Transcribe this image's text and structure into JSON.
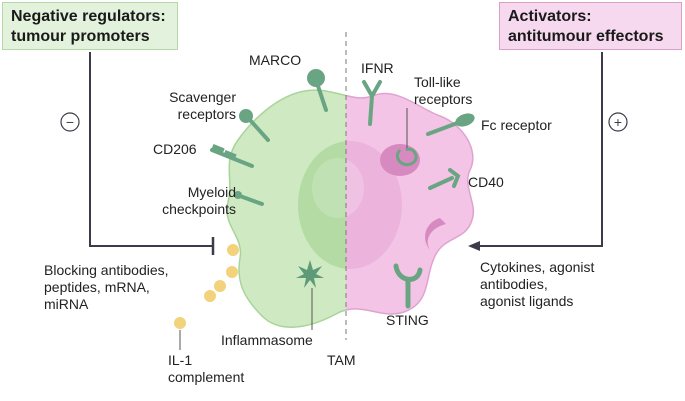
{
  "negative_box": {
    "line1": "Negative regulators:",
    "line2": "tumour promoters"
  },
  "positive_box": {
    "line1": "Activators:",
    "line2": "antitumour effectors"
  },
  "minus_sign": "−",
  "plus_sign": "+",
  "labels": {
    "marco": "MARCO",
    "scavenger_line1": "Scavenger",
    "scavenger_line2": "receptors",
    "cd206": "CD206",
    "myeloid_line1": "Myeloid",
    "myeloid_line2": "checkpoints",
    "ifnr": "IFNR",
    "tlr_line1": "Toll-like",
    "tlr_line2": "receptors",
    "fc_receptor": "Fc receptor",
    "cd40": "CD40",
    "sting": "STING",
    "inflammasome": "Inflammasome",
    "tam": "TAM",
    "blocking_line1": "Blocking antibodies,",
    "blocking_line2": "peptides, mRNA,",
    "blocking_line3": "miRNA",
    "il1_line1": "IL-1",
    "il1_line2": "complement",
    "cytokines_line1": "Cytokines, agonist",
    "cytokines_line2": "antibodies,",
    "cytokines_line3": "agonist ligands"
  },
  "colors": {
    "green_cell": "#cfeac2",
    "pink_cell": "#f4c4e6",
    "receptor": "#6aa583",
    "arrow": "#3b3b4a",
    "dot": "#f2d27a"
  }
}
